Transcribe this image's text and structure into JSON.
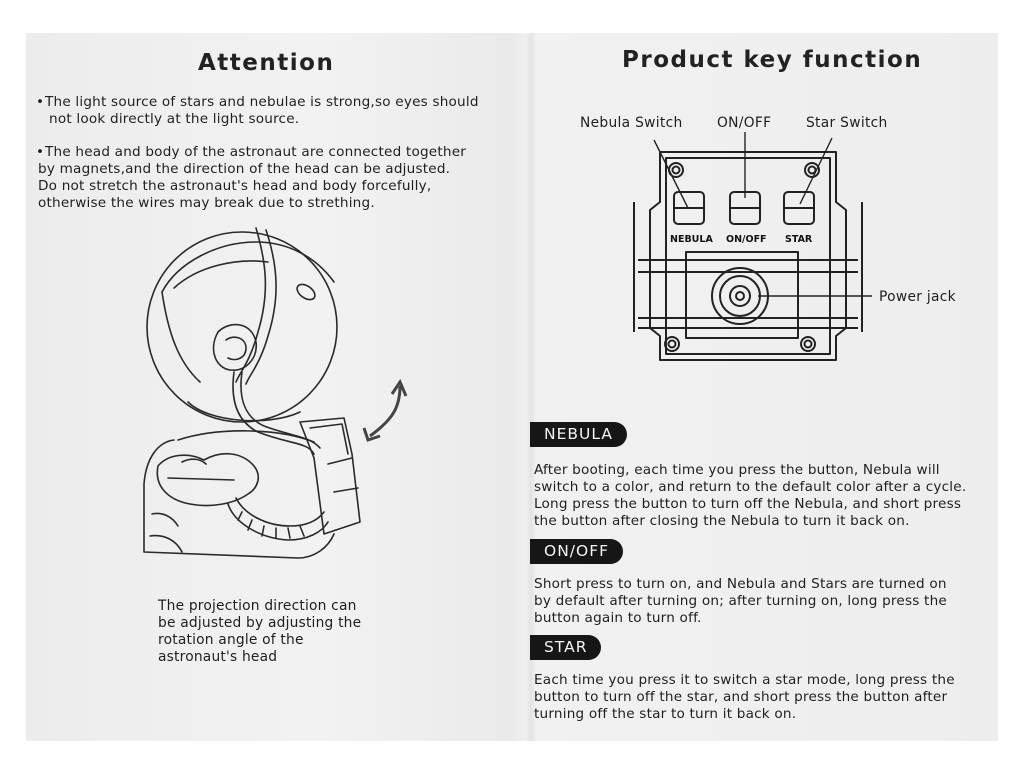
{
  "left": {
    "title": "Attention",
    "bullet1_line1": "The light source of stars and nebulae is strong,so eyes should",
    "bullet1_line2": "not look directly at the light source.",
    "bullet2_line1": "The head and body of the astronaut are connected together",
    "bullet2_line2": "by magnets,and the direction of the head can be adjusted.",
    "bullet2_line3": "Do not stretch the astronaut's head and body forcefully,",
    "bullet2_line4": "otherwise the wires may break due to strething.",
    "caption_line1": "The projection direction can",
    "caption_line2": "be adjusted by adjusting the",
    "caption_line3": "rotation angle of the",
    "caption_line4": "astronaut's head"
  },
  "right": {
    "title": "Product key function",
    "callouts": {
      "nebula_switch": "Nebula Switch",
      "on_off": "ON/OFF",
      "star_switch": "Star Switch",
      "power_jack": "Power jack"
    },
    "panel_labels": {
      "nebula": "NEBULA",
      "on_off": "ON/OFF",
      "star": "STAR"
    },
    "sections": [
      {
        "heading": "NEBULA",
        "lines": [
          "After booting, each time you press the button, Nebula will",
          "switch to a color, and return to the default color after a cycle.",
          "Long press the button to turn off the Nebula, and short press",
          "the button after closing the Nebula to turn it back on."
        ]
      },
      {
        "heading": "ON/OFF",
        "lines": [
          "Short press to turn on, and Nebula and Stars are turned on",
          "by default after turning on; after turning on, long press the",
          "button again to turn off."
        ]
      },
      {
        "heading": "STAR",
        "lines": [
          "Each time you press it to switch a star mode, long press the",
          "button to turn off the star, and short press the button after",
          "turning off the star to turn it back on."
        ]
      }
    ]
  }
}
